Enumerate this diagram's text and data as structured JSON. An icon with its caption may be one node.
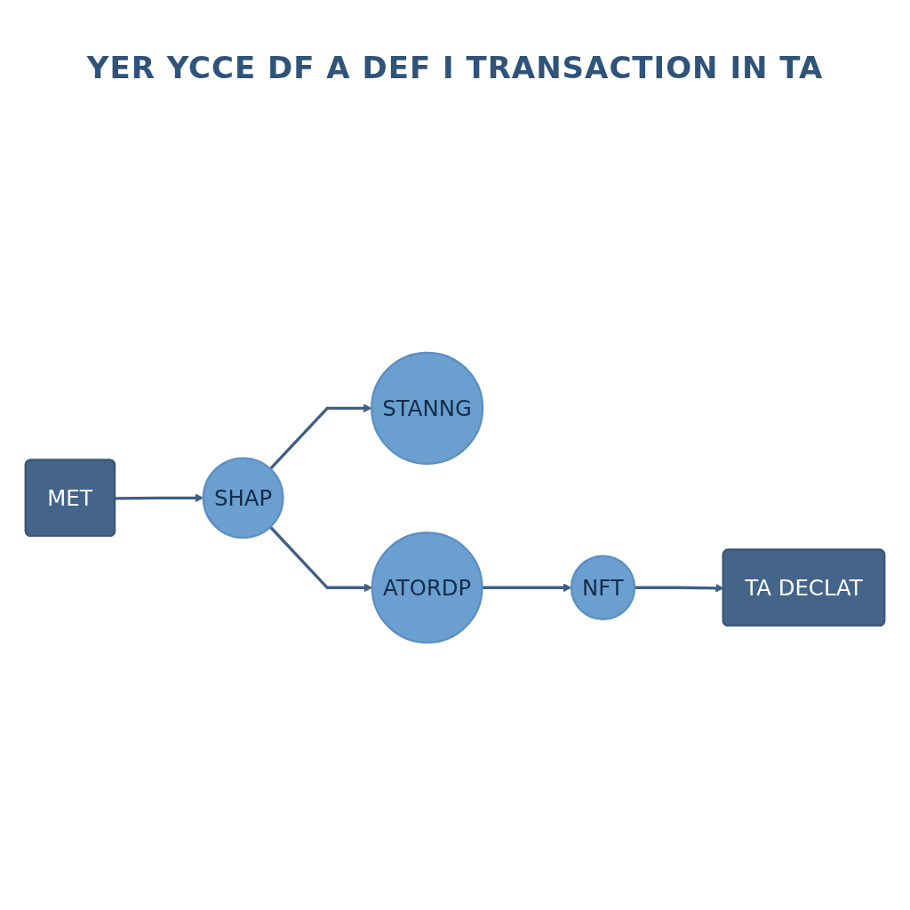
{
  "diagram": {
    "title": "YER YCCE DF A DEF I TRANSACTION IN TA",
    "nodes": [
      {
        "text": [
          "MET"
        ]
      },
      {
        "text": [
          "SHAP"
        ]
      },
      {
        "text": [
          "STANNG"
        ]
      },
      {
        "text": [
          "TA DECLAT"
        ]
      },
      {
        "text": [
          "ATORDP"
        ]
      },
      {
        "text": [
          "NFT"
        ]
      }
    ],
    "edges": [
      {
        "from": 0,
        "to": 1,
        "arrow": "to"
      },
      {
        "from": 1,
        "to": 2,
        "arrow": "to"
      },
      {
        "from": 1,
        "to": 4,
        "arrow": "to"
      },
      {
        "from": 4,
        "to": 5,
        "arrow": "to"
      },
      {
        "from": 5,
        "to": 3,
        "arrow": "to"
      }
    ]
  }
}
